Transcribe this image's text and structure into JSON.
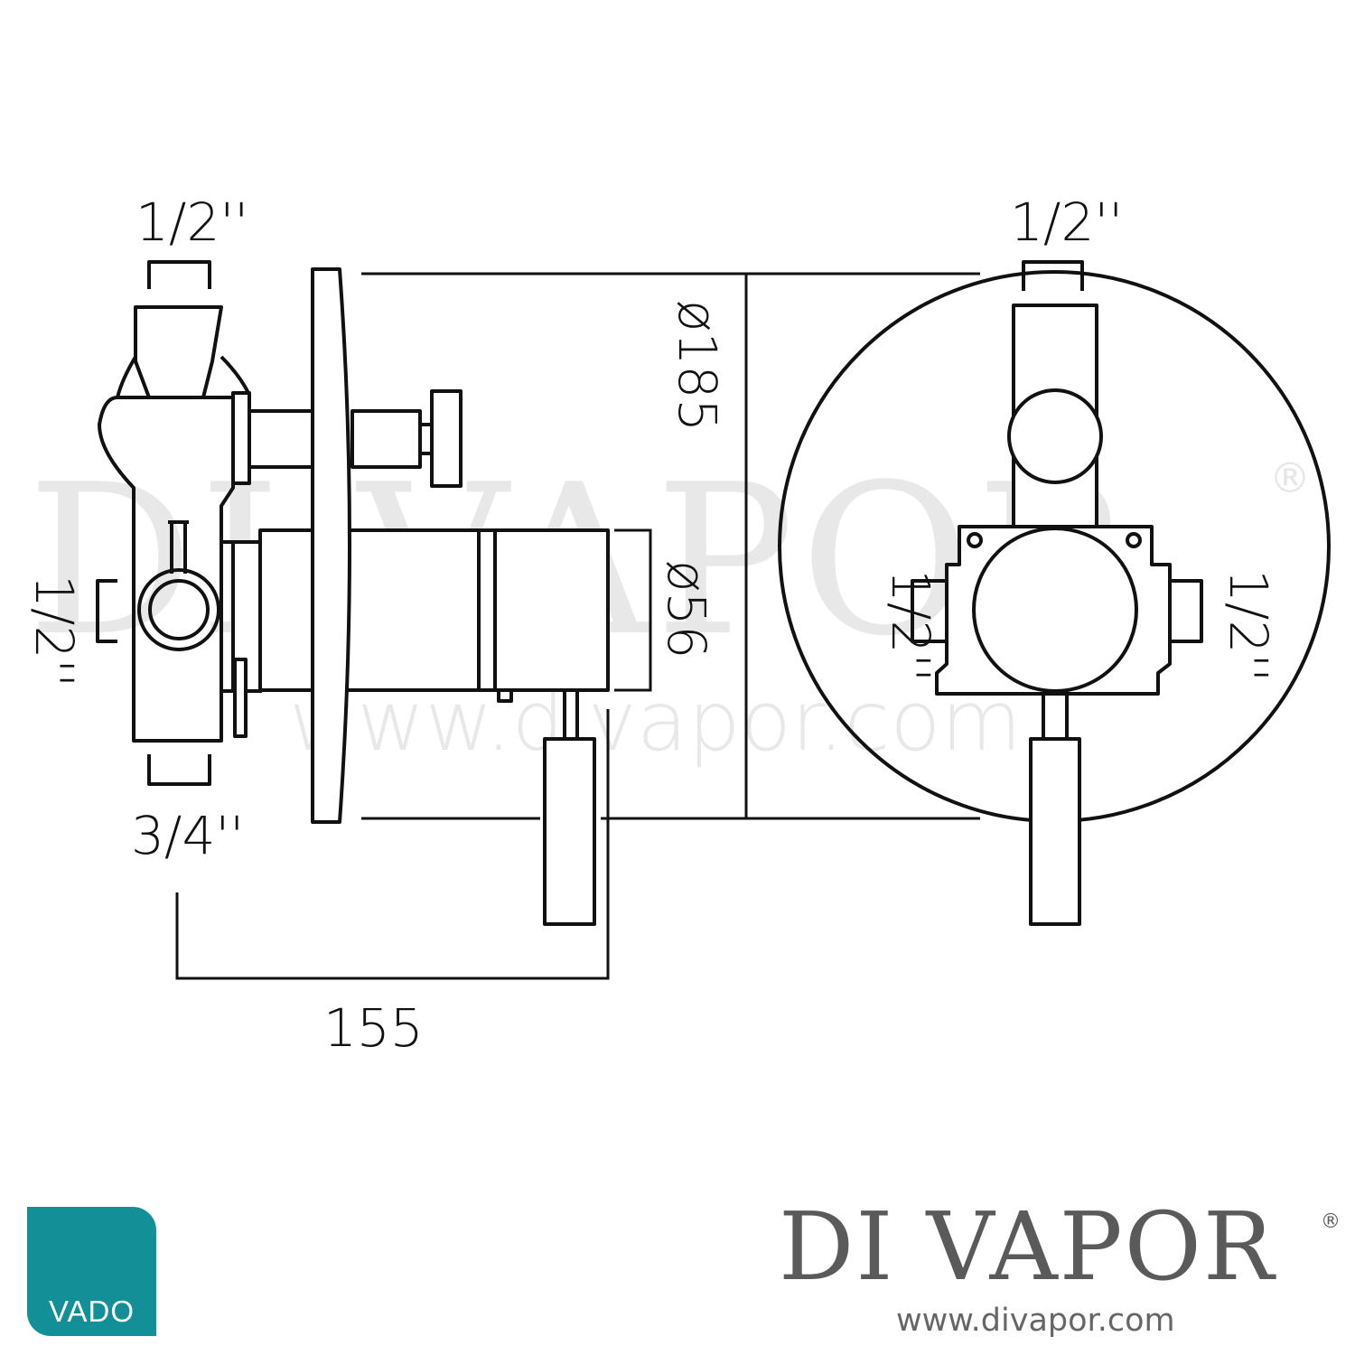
{
  "watermark": {
    "brand": "DI VAPOR",
    "registered": "®",
    "url": "www.divapor.com"
  },
  "dimensions": {
    "side_top_inlet": "1/2''",
    "side_left_inlet": "1/2''",
    "side_bottom_outlet": "3/4''",
    "face_diameter": "ø185",
    "body_diameter": "ø56",
    "depth": "155",
    "front_top_inlet": "1/2''",
    "front_left_inlet": "1/2''",
    "front_right_inlet": "1/2''"
  },
  "logos": {
    "vado": "VADO",
    "vado_color": "#138f97",
    "divapor": "DI VAPOR",
    "divapor_reg": "®",
    "divapor_url": "www.divapor.com"
  }
}
